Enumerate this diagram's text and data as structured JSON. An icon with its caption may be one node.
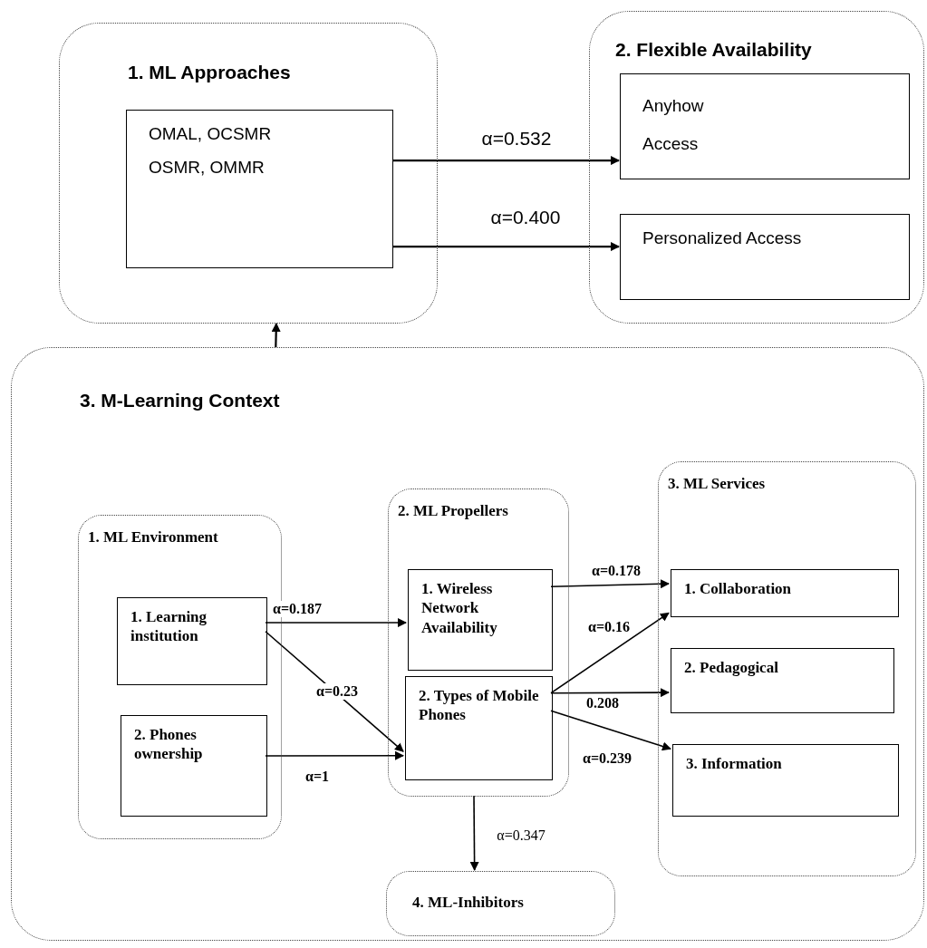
{
  "diagram": {
    "nodes": [
      {
        "text": [
          "1. ML Approaches"
        ]
      },
      {
        "text": [
          "OMAL, OCSMR",
          "OSMR, OMMR"
        ],
        "in": 0
      },
      {
        "text": [
          "2. Flexible Availability"
        ]
      },
      {
        "text": [
          "Anyhow Access"
        ],
        "in": 2
      },
      {
        "text": [
          "Personalized Access"
        ],
        "in": 2
      },
      {
        "text": [
          "3. M-Learning Context"
        ]
      },
      {
        "text": [
          "1. ML Environment"
        ],
        "in": 5
      },
      {
        "text": [
          "1. Learning institution"
        ],
        "in": 6
      },
      {
        "text": [
          "2. Phones ownership"
        ],
        "in": 6
      },
      {
        "text": [
          "2. ML Propellers"
        ],
        "in": 5
      },
      {
        "text": [
          "1. Wireless Network Availability"
        ],
        "in": 9
      },
      {
        "text": [
          "2. Types of Mobile Phones"
        ],
        "in": 9
      },
      {
        "text": [
          "3. ML Services"
        ],
        "in": 5
      },
      {
        "text": [
          "1. Collaboration"
        ],
        "in": 12
      },
      {
        "text": [
          "2. Pedagogical"
        ],
        "in": 12
      },
      {
        "text": [
          "3. Information"
        ],
        "in": 12
      },
      {
        "text": [
          "4. ML-Inhibitors"
        ],
        "in": 5
      }
    ],
    "edges": [
      {
        "from": 1,
        "to": 3,
        "arrow": "to",
        "label": "α=0.532"
      },
      {
        "from": 1,
        "to": 4,
        "arrow": "to",
        "label": "α=0.400"
      },
      {
        "from": 5,
        "to": 0,
        "arrow": "to"
      },
      {
        "from": 7,
        "to": 10,
        "arrow": "to",
        "label": "α=0.187"
      },
      {
        "from": 7,
        "to": 11,
        "arrow": "to",
        "label": "α=0.23"
      },
      {
        "from": 8,
        "to": 11,
        "arrow": "to",
        "label": "α=1"
      },
      {
        "from": 10,
        "to": 13,
        "arrow": "to",
        "label": "α=0.178"
      },
      {
        "from": 11,
        "to": 13,
        "arrow": "to",
        "label": "α=0.16"
      },
      {
        "from": 11,
        "to": 14,
        "arrow": "to",
        "label": "0.208"
      },
      {
        "from": 11,
        "to": 15,
        "arrow": "to",
        "label": "α=0.239"
      },
      {
        "from": 9,
        "to": 16,
        "arrow": "to",
        "label": "α=0.347"
      }
    ]
  }
}
